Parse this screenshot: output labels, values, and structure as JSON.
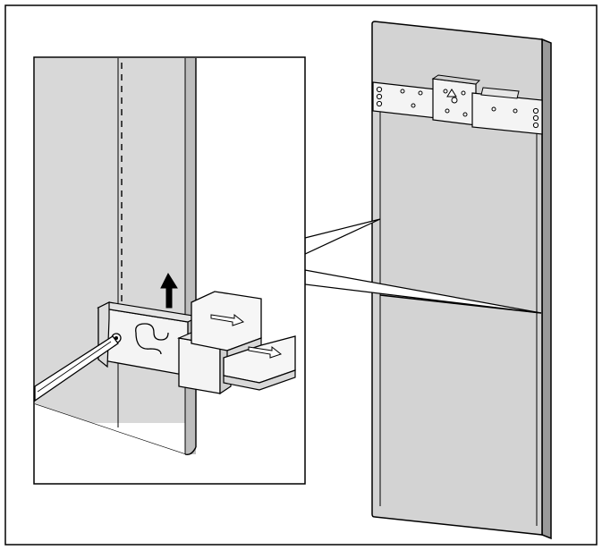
{
  "figure": {
    "kind": "installation-illustration",
    "palette": {
      "panel_fill": "#d3d3d3",
      "panel_light": "#e0e0e0",
      "panel_edge": "#9a9a9a",
      "bracket_fill": "#f4f4f4",
      "stroke": "#000000",
      "background": "#ffffff"
    },
    "arrow_direction": "up",
    "callout": "detail-of-panel-seam"
  }
}
